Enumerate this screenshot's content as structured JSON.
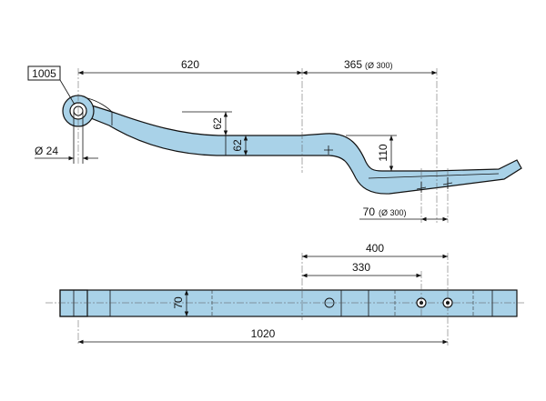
{
  "part_number": "1005",
  "side_view": {
    "dim_length_to_center": "620",
    "dim_rear_length": "365",
    "dim_rear_radius": "(Ø 300)",
    "dim_thickness_upper": "62",
    "dim_thickness_lower": "62",
    "dim_drop": "110",
    "dim_eye_diameter": "Ø 24",
    "dim_bolt_spacing": "70",
    "dim_bolt_radius": "(Ø 300)"
  },
  "top_view": {
    "dim_to_second_bolt": "400",
    "dim_to_first_bolt": "330",
    "dim_width": "70",
    "dim_total_length": "1020"
  },
  "colors": {
    "part_fill": "#a9d2e8",
    "line": "#111111"
  }
}
